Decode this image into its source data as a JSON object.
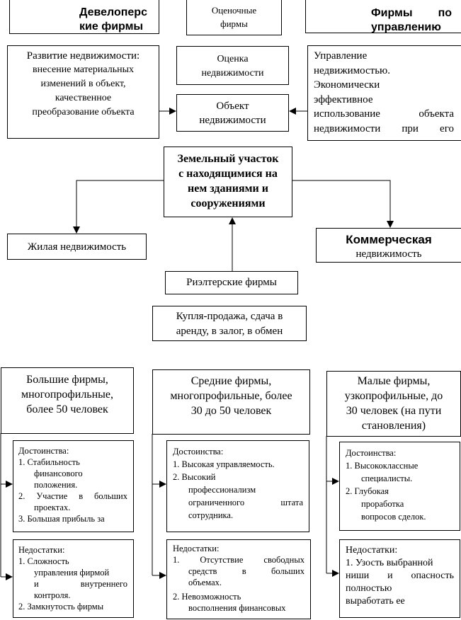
{
  "top": {
    "developers": {
      "lines": [
        "Девелоперс",
        "кие фирмы"
      ]
    },
    "appraisers": {
      "lines": [
        "Оценочные",
        "фирмы"
      ]
    },
    "managers": {
      "lines": [
        "Фирмы по",
        "управлению"
      ]
    }
  },
  "middle": {
    "development": {
      "lines": [
        "Развитие недвижимости:",
        "внесение материальных",
        "изменений в объект,",
        "качественное",
        "преобразование объекта"
      ]
    },
    "valuation": {
      "lines": [
        "Оценка",
        "недвижимости"
      ]
    },
    "object": {
      "lines": [
        "Объект",
        "недвижимости"
      ]
    },
    "management": {
      "lines": [
        "Управление",
        "недвижимостью.",
        "Экономически",
        "эффективное",
        "использование объекта",
        "недвижимости при его"
      ]
    }
  },
  "center": {
    "land": {
      "lines": [
        "Земельный участок",
        "с находящимися на",
        "нем зданиями и",
        "сооружениями"
      ]
    },
    "residential": "Жилая недвижимость",
    "commercial": {
      "title": "Коммерческая",
      "subtitle": "недвижимость"
    },
    "realtors": "Риэлтерские фирмы",
    "operations": {
      "lines": [
        "Купля-продажа, сдача в",
        "аренду, в залог, в обмен"
      ]
    }
  },
  "firms": [
    {
      "title": [
        "Большие фирмы,",
        "многопрофильные,",
        "более 50 человек"
      ],
      "pros_label": "Достоинства:",
      "pros": [
        "1.  Стабильность",
        "финансового",
        "положения.",
        "2.  Участие в больших",
        "проектах.",
        "3.  Большая прибыль за"
      ],
      "cons_label": "Недостатки:",
      "cons": [
        "1.  Сложность",
        "управления фирмой",
        "и        внутреннего",
        "контроля.",
        "2.  Замкнутость  фирмы"
      ]
    },
    {
      "title": [
        "Средние фирмы,",
        "многопрофильные, более",
        "30 до 50 человек"
      ],
      "pros_label": "Достоинства:",
      "pros": [
        "1.  Высокая управляемость.",
        "2.  Высокий",
        "профессионализм",
        "ограниченного   штата",
        "сотрудника."
      ],
      "cons_label": "Недостатки:",
      "cons": [
        "1.  Отсутствие    свободных",
        "средств    в    больших",
        "объемах.",
        "2.  Невозможность",
        "восполнения финансовых"
      ]
    },
    {
      "title": [
        "Малые фирмы,",
        "узкопрофильные, до",
        "30 человек (на пути",
        "становления)"
      ],
      "pros_label": "Достоинства:",
      "pros": [
        "1.  Высококлассные",
        "специалисты.",
        "2.  Глубокая",
        "проработка",
        "вопросов сделок."
      ],
      "cons_label": "Недостатки:",
      "cons": [
        "1. Узость выбранной",
        "ниши и опасность",
        "полностью",
        "выработать ее"
      ]
    }
  ]
}
